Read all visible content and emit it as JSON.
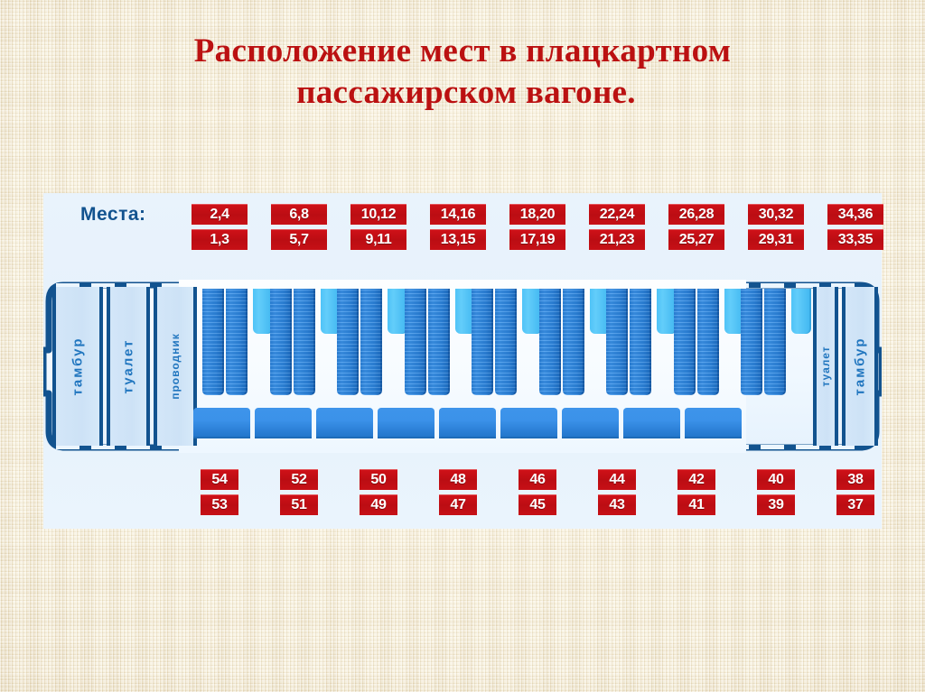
{
  "title": {
    "line1": "Расположение мест в плацкартном",
    "line2": "пассажирском  вагоне."
  },
  "colors": {
    "background": "#f1e6c9",
    "title_red": "#bb1111",
    "panel_blue": "#e8f2fb",
    "tag_red": "#c61016",
    "outline_navy": "#12538f",
    "berth_blue": "#2f86dd",
    "table_cyan": "#4fc3f7"
  },
  "diagram": {
    "seats_caption": "Места:",
    "upper_tags_top": [
      "2,4",
      "6,8",
      "10,12",
      "14,16",
      "18,20",
      "22,24",
      "26,28",
      "30,32",
      "34,36"
    ],
    "upper_tags_bottom": [
      "1,3",
      "5,7",
      "9,11",
      "13,15",
      "17,19",
      "21,23",
      "25,27",
      "29,31",
      "33,35"
    ],
    "lower_tags_top": [
      "54",
      "52",
      "50",
      "48",
      "46",
      "44",
      "42",
      "40",
      "38"
    ],
    "lower_tags_bottom": [
      "53",
      "51",
      "49",
      "47",
      "45",
      "43",
      "41",
      "39",
      "37"
    ],
    "rooms_left": [
      {
        "name": "tambour-left",
        "label": "тамбур"
      },
      {
        "name": "toilet-left",
        "label": "туалет"
      },
      {
        "name": "conductor",
        "label": "проводник"
      }
    ],
    "rooms_right": [
      {
        "name": "toilet-right",
        "label": "туалет"
      },
      {
        "name": "tambour-right",
        "label": "тамбур"
      }
    ],
    "compartment_count": 9,
    "side_berth_count": 9
  }
}
